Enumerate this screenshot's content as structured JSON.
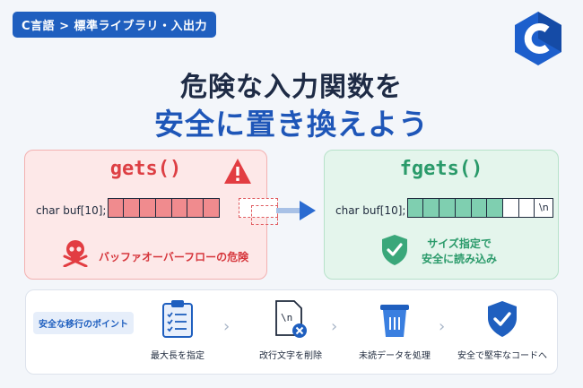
{
  "breadcrumb": "C言語 > 標準ライブラリ・入出力",
  "title": {
    "line1": "危険な入力関数を",
    "line2": "安全に置き換えよう"
  },
  "bad_panel": {
    "function": "gets()",
    "code": "char buf[10];",
    "warning": "バッファオーバーフローの危険"
  },
  "good_panel": {
    "function": "fgets()",
    "code": "char buf[10];",
    "newline": "\\n",
    "note_line1": "サイズ指定で",
    "note_line2": "安全に読み込み"
  },
  "points": {
    "label": "安全な移行のポイント",
    "steps": [
      {
        "label": "最大長を指定",
        "icon": "clipboard-icon"
      },
      {
        "label": "改行文字を削除",
        "icon": "document-delete-icon"
      },
      {
        "label": "未読データを処理",
        "icon": "trash-basket-icon"
      },
      {
        "label": "安全で堅牢なコードへ",
        "icon": "shield-check-icon"
      }
    ]
  },
  "colors": {
    "accent": "#1f5fbf",
    "danger": "#dd3f44",
    "safe": "#2a9a6a"
  }
}
